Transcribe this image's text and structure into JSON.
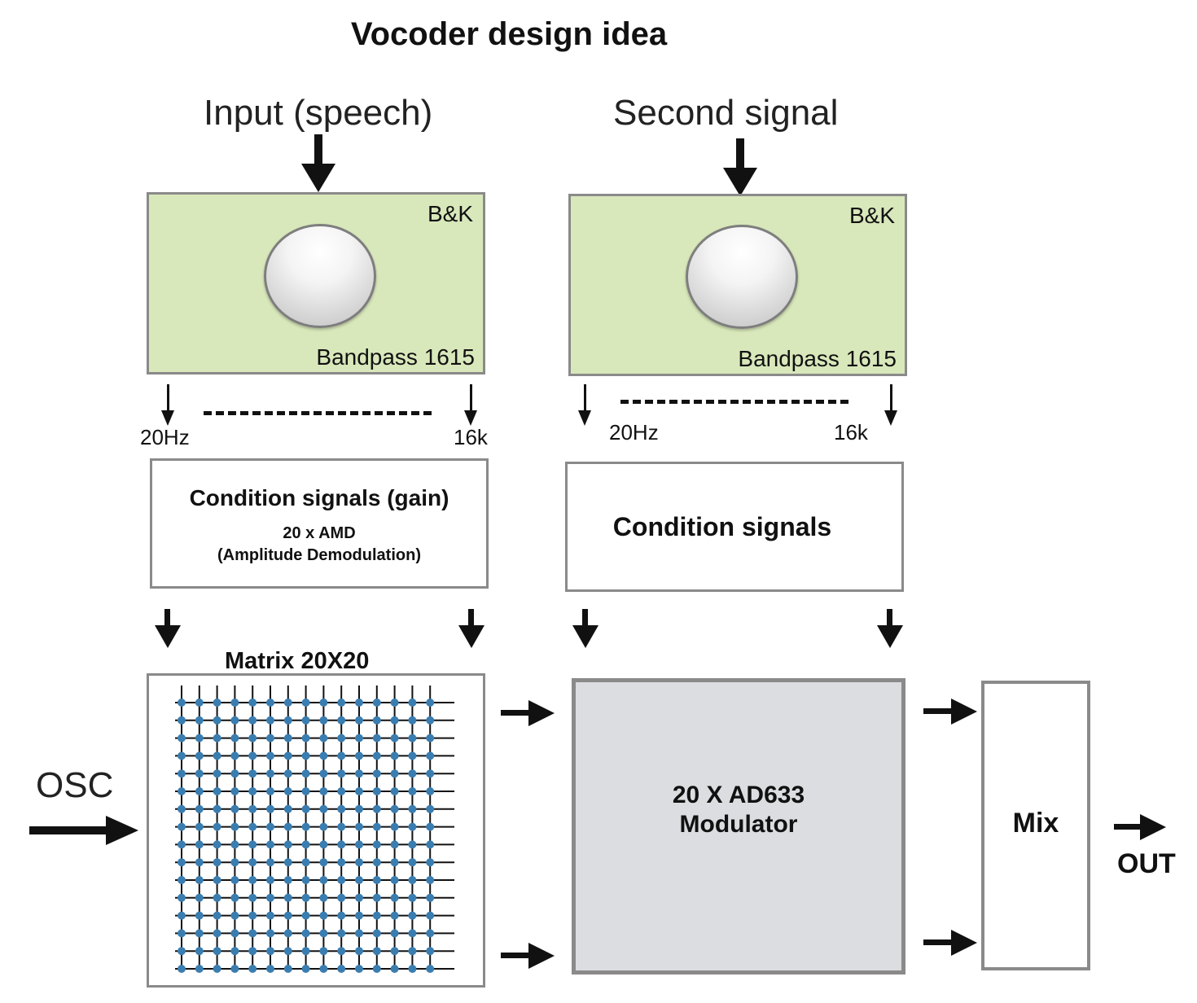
{
  "title": "Vocoder design idea",
  "inputs": {
    "speech_label": "Input (speech)",
    "second_label": "Second signal",
    "osc_label": "OSC"
  },
  "filter_left": {
    "brand": "B&K",
    "model": "Bandpass 1615",
    "low": "20Hz",
    "high": "16k"
  },
  "filter_right": {
    "brand": "B&K",
    "model": "Bandpass 1615",
    "low": "20Hz",
    "high": "16k"
  },
  "condition_left": {
    "title": "Condition signals (gain)",
    "line1": "20 x AMD",
    "line2": "(Amplitude Demodulation)"
  },
  "condition_right": {
    "title": "Condition signals"
  },
  "matrix": {
    "title": "Matrix 20X20"
  },
  "modulator": {
    "line1": "20 X AD633",
    "line2": "Modulator"
  },
  "mix": {
    "label": "Mix"
  },
  "output": {
    "label": "OUT"
  },
  "colors": {
    "filter_fill": "#d9e8bb",
    "border": "#8a8a8a",
    "modulator_fill": "#dcdde0",
    "matrix_node": "#3a7db0"
  }
}
